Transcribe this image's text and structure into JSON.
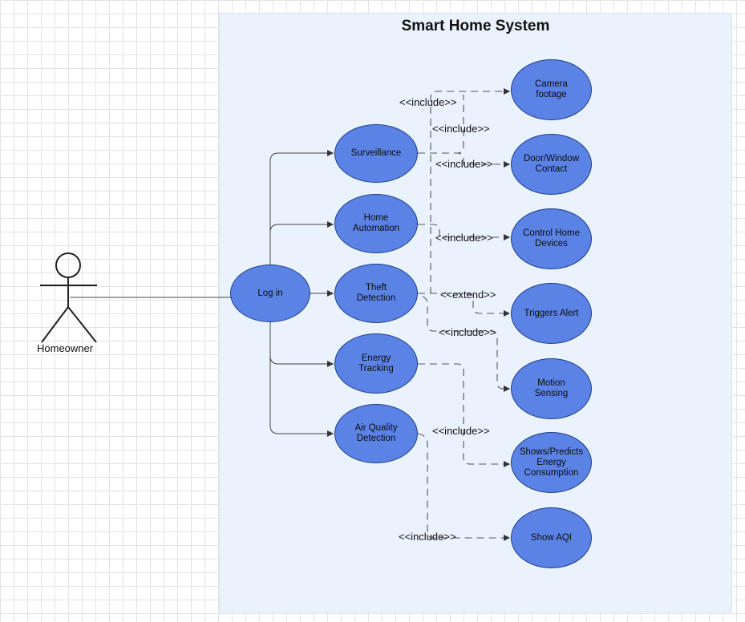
{
  "diagram": {
    "title": "Smart Home System",
    "actor": {
      "label": "Homeowner"
    },
    "use_cases": {
      "login": "Log in",
      "surveillance": "Surveillance",
      "home_automation": "Home\nAutomation",
      "theft_detection": "Theft\nDetection",
      "energy_tracking": "Energy\nTracking",
      "air_quality": "Air Quality\nDetection",
      "camera_footage": "Camera\nfootage",
      "door_window": "Door/Window\nContact",
      "control_devices": "Control Home\nDevices",
      "triggers_alert": "Triggers Alert",
      "motion_sensing": "Motion\nSensing",
      "energy_consumption": "Shows/Predicts\nEnergy\nConsumption",
      "show_aqi": "Show AQI"
    },
    "relationships": {
      "inc_camera": "<<include>>",
      "inc_motion_top": "<<include>>",
      "inc_door": "<<include>>",
      "inc_control": "<<include>>",
      "ext_alert": "<<extend>>",
      "inc_motion": "<<include>>",
      "inc_energy": "<<include>>",
      "inc_aqi": "<<include>>"
    },
    "colors": {
      "use_case_fill": "#5b83e6",
      "use_case_border": "#1f3d8a",
      "boundary_fill": "#eaf2fd"
    }
  }
}
